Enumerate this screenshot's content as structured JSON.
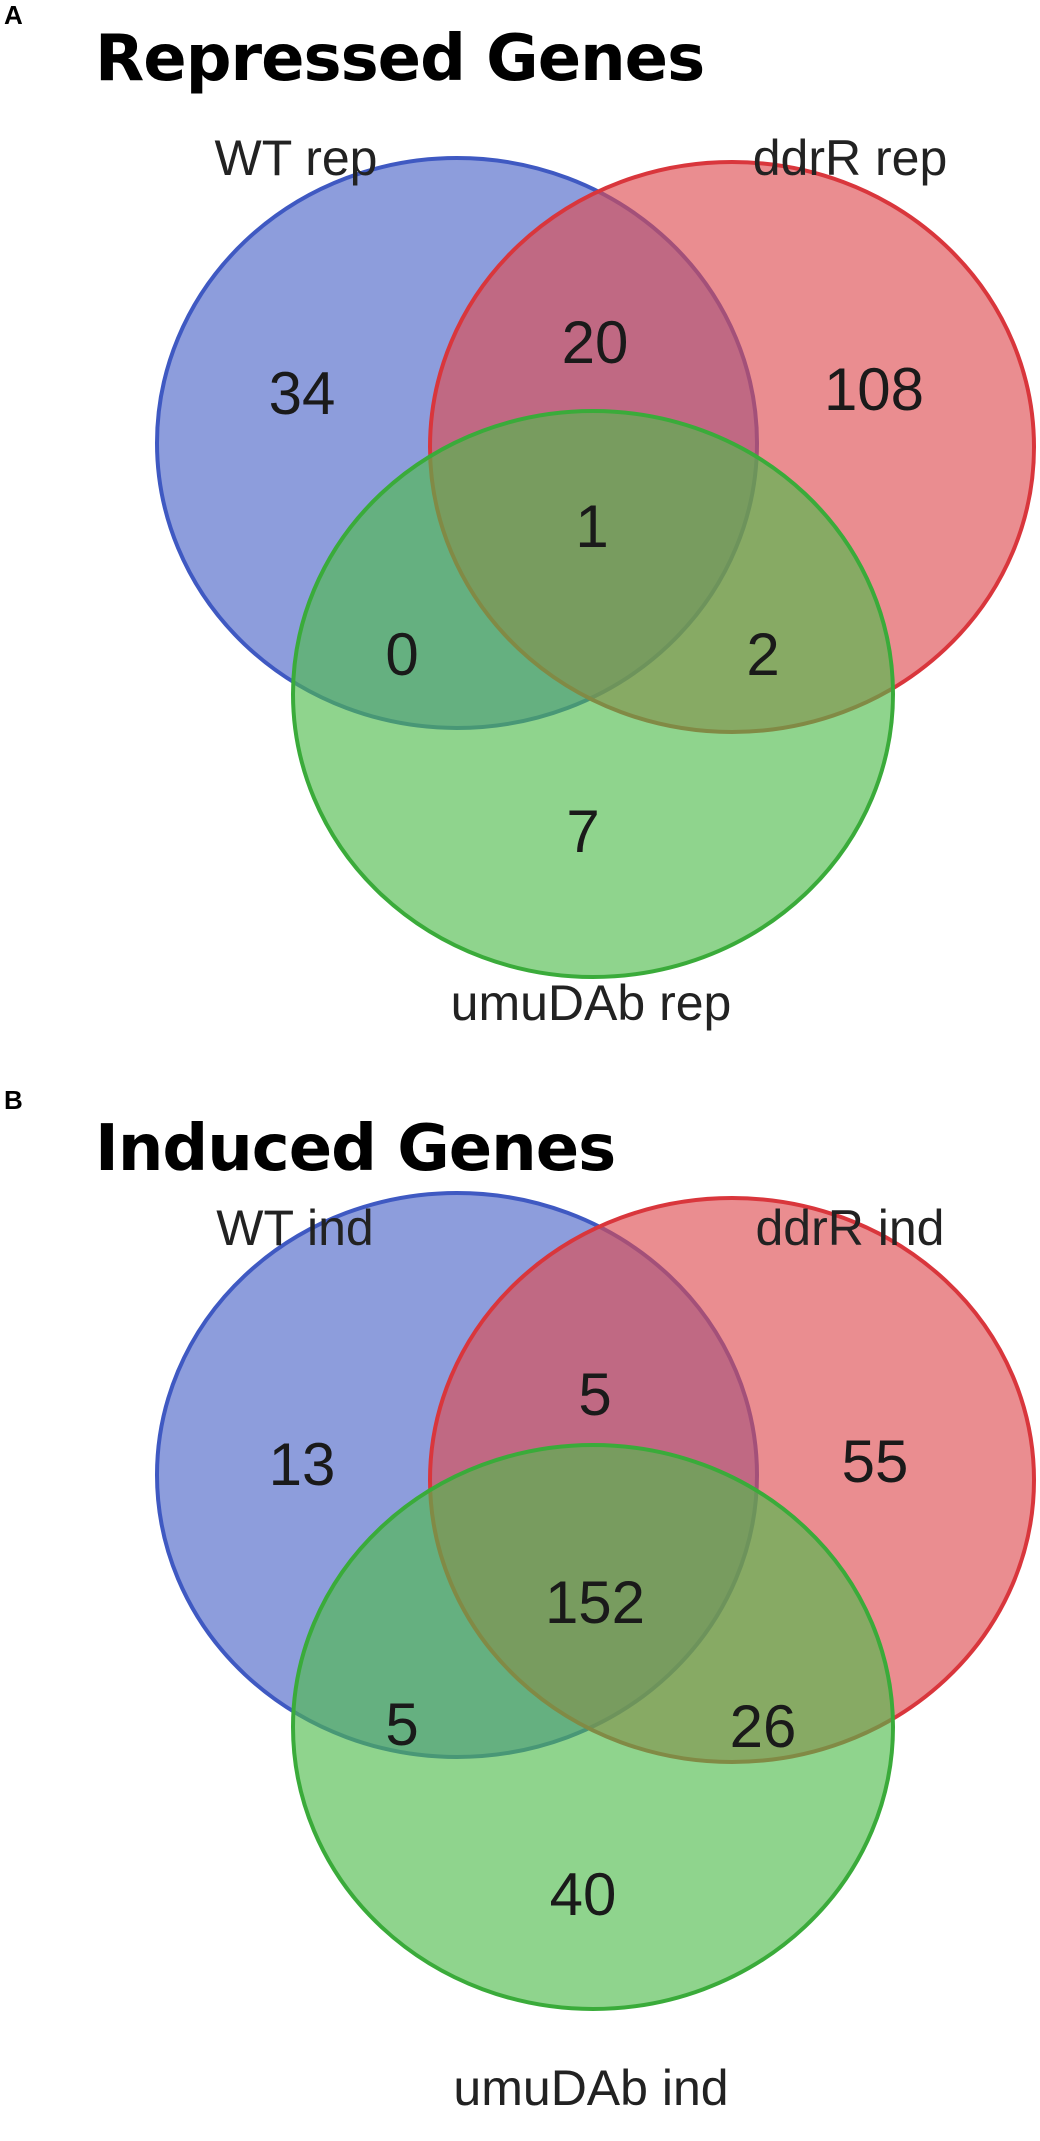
{
  "colors": {
    "wt": "#4a63c8",
    "wt_stroke": "#3f59c2",
    "ddr": "#dd4a4f",
    "ddr_stroke": "#d9363c",
    "umu": "#4dbb4a",
    "umu_stroke": "#3aab3a"
  },
  "panels": [
    {
      "letter": "A",
      "title": "Repressed Genes",
      "sets": {
        "wt": "WT rep",
        "ddr": "ddrR rep",
        "umu": "umuDAb rep"
      },
      "counts": {
        "wt_only": "34",
        "wt_ddr": "20",
        "ddr_only": "108",
        "all": "1",
        "wt_umu": "0",
        "ddr_umu": "2",
        "umu_only": "7"
      }
    },
    {
      "letter": "B",
      "title": "Induced Genes",
      "sets": {
        "wt": "WT ind",
        "ddr": "ddrR ind",
        "umu": "umuDAb ind"
      },
      "counts": {
        "wt_only": "13",
        "wt_ddr": "5",
        "ddr_only": "55",
        "all": "152",
        "wt_umu": "5",
        "ddr_umu": "26",
        "umu_only": "40"
      }
    }
  ]
}
